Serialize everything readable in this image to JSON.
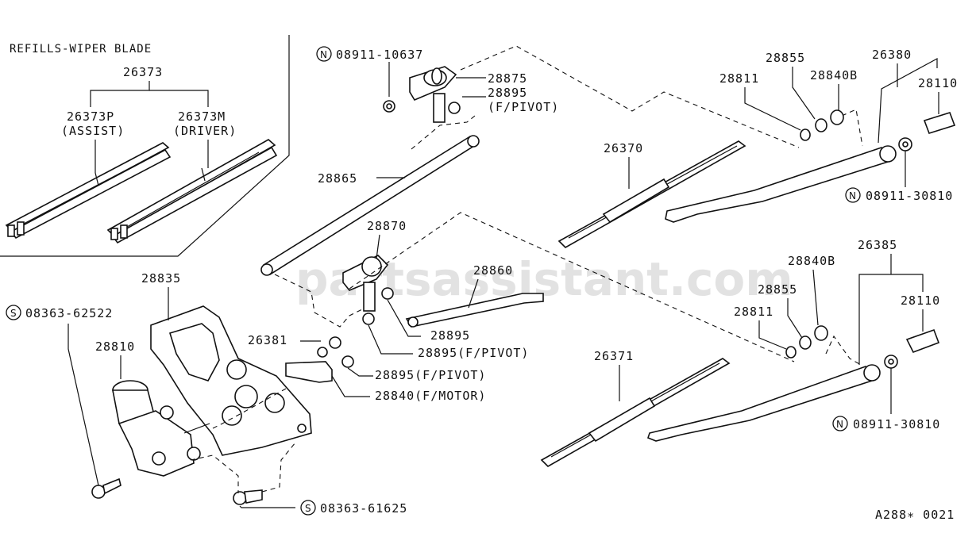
{
  "watermark": "partsassistant.com",
  "diagram_id": "A288∗ 0021",
  "refills_box": {
    "title": "REFILLS-WIPER BLADE",
    "part": "26373",
    "assist": {
      "part": "26373P",
      "note": "(ASSIST)"
    },
    "driver": {
      "part": "26373M",
      "note": "(DRIVER)"
    }
  },
  "labels": {
    "n_08911_10637": "08911-10637",
    "p28875": "28875",
    "p28895_top": "28895",
    "fpivot_top": "(F/PIVOT)",
    "p28865": "28865",
    "p28870": "28870",
    "p28860": "28860",
    "p28895_mid": "28895",
    "p28895_fpivot1": "28895(F/PIVOT)",
    "p28895_fpivot2": "28895(F/PIVOT)",
    "p28840_fmotor": "28840(F/MOTOR)",
    "p26381": "26381",
    "p28835": "28835",
    "s_08363_62522": "08363-62522",
    "p28810": "28810",
    "s_08363_61625": "08363-61625",
    "p26370": "26370",
    "p26371": "26371",
    "p28811_top": "28811",
    "p28855_top": "28855",
    "p28840b_top": "28840B",
    "p26380": "26380",
    "p28110_top": "28110",
    "n_08911_30810_top": "08911-30810",
    "p26385": "26385",
    "p28840b_bot": "28840B",
    "p28855_bot": "28855",
    "p28811_bot": "28811",
    "p28110_bot": "28110",
    "n_08911_30810_bot": "08911-30810"
  },
  "prefix": {
    "n": "N",
    "s": "S"
  }
}
